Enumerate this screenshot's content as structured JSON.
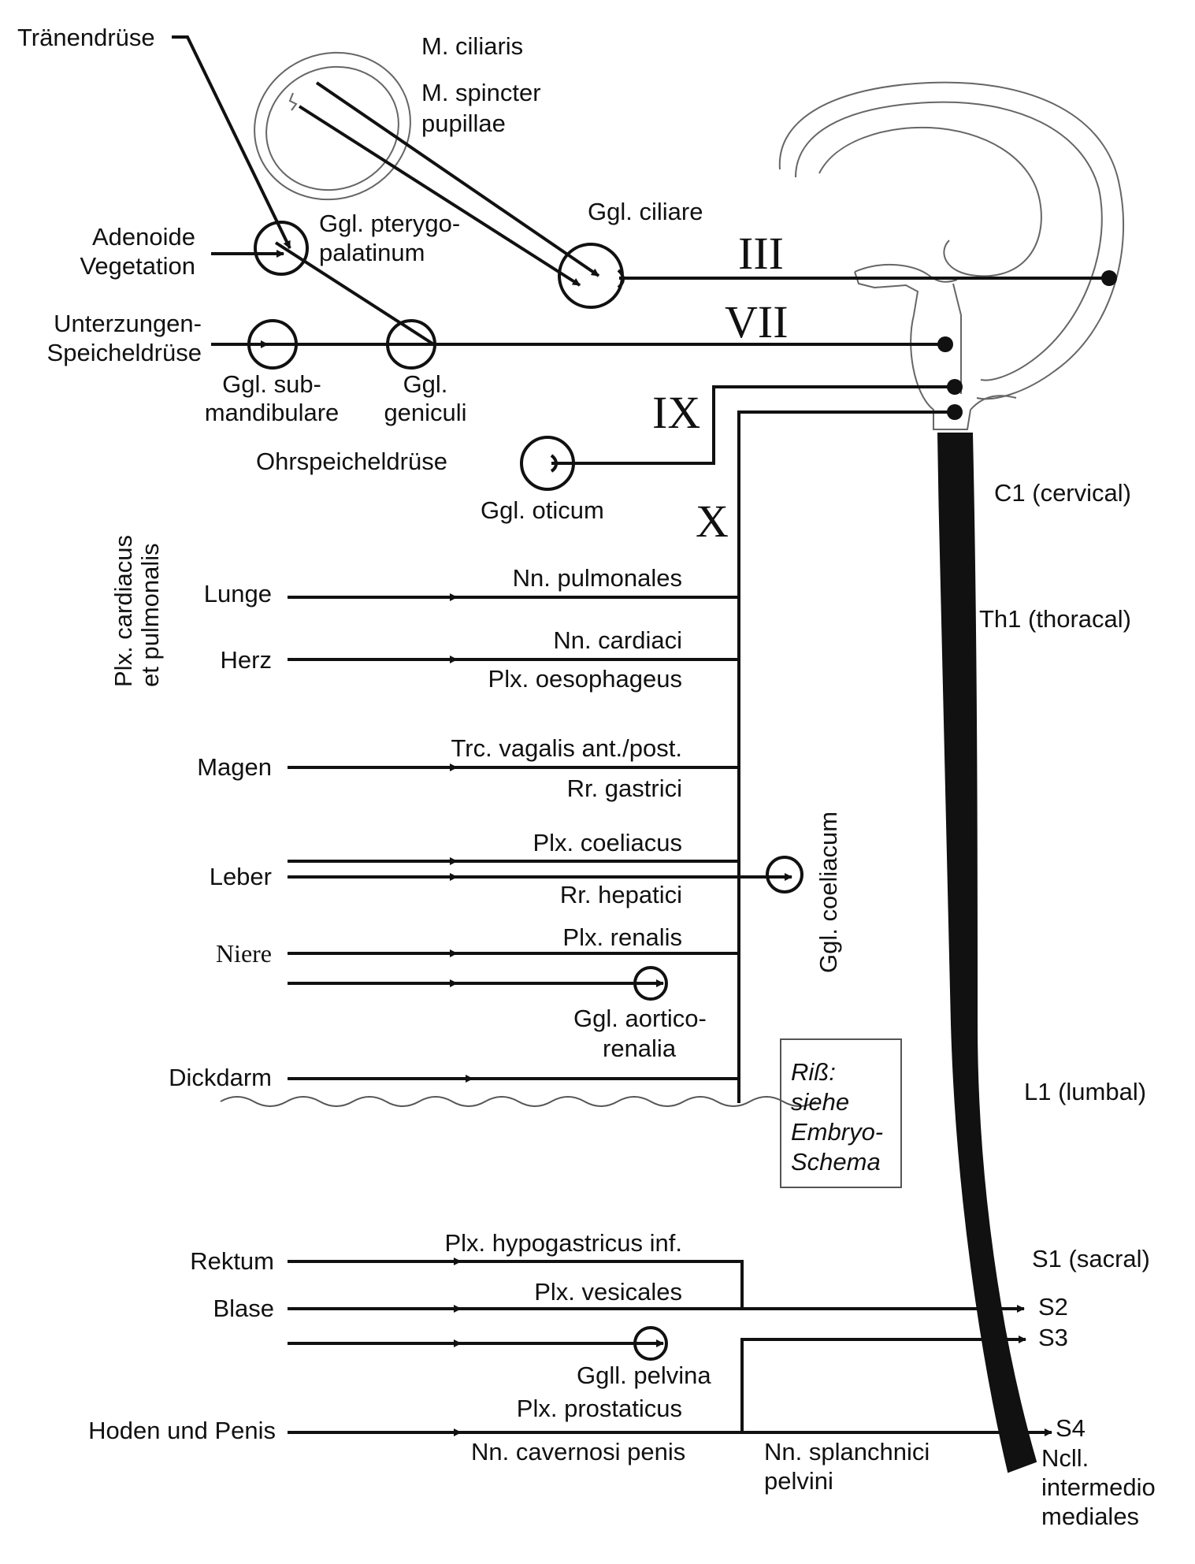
{
  "labels": {
    "traenendruese": "Tränendrüse",
    "m_ciliaris": "M. ciliaris",
    "m_spincter_1": "M. spincter",
    "m_spincter_2": "pupillae",
    "adenoide_1": "Adenoide",
    "adenoide_2": "Vegetation",
    "ggl_ptery_1": "Ggl. pterygo-",
    "ggl_ptery_2": "palatinum",
    "ggl_ciliare": "Ggl. ciliare",
    "unterzungen_1": "Unterzungen-",
    "unterzungen_2": "Speicheldrüse",
    "ggl_submand_1": "Ggl. sub-",
    "ggl_submand_2": "mandibulare",
    "ggl_genic_1": "Ggl.",
    "ggl_genic_2": "geniculi",
    "ohrspeichel": "Ohrspeicheldrüse",
    "ggl_oticum": "Ggl. oticum",
    "c1": "C1 (cervical)",
    "th1": "Th1 (thoracal)",
    "l1": "L1 (lumbal)",
    "s1": "S1 (sacral)",
    "s2": "S2",
    "s3": "S3",
    "s4": "S4",
    "ncll_1": "Ncll.",
    "ncll_2": "intermedio",
    "ncll_3": "mediales",
    "plx_card_1": "Plx. cardiacus",
    "plx_card_2": "et pulmonalis",
    "lunge": "Lunge",
    "nn_pulmonales": "Nn. pulmonales",
    "herz": "Herz",
    "nn_cardiaci": "Nn. cardiaci",
    "plx_oesoph": "Plx. oesophageus",
    "magen": "Magen",
    "trc_vagalis": "Trc. vagalis ant./post.",
    "rr_gastrici": "Rr. gastrici",
    "leber": "Leber",
    "plx_coeliacus": "Plx. coeliacus",
    "rr_hepatici": "Rr. hepatici",
    "ggl_coeliacum": "Ggl. coeliacum",
    "niere": "Niere",
    "plx_renalis": "Plx. renalis",
    "ggl_aortico_1": "Ggl. aortico-",
    "ggl_aortico_2": "renalia",
    "dickdarm": "Dickdarm",
    "note_1": "Riß:",
    "note_2": "siehe",
    "note_3": "Embryo-",
    "note_4": "Schema",
    "rektum": "Rektum",
    "plx_hypogast": "Plx. hypogastricus inf.",
    "blase": "Blase",
    "plx_vesicales": "Plx. vesicales",
    "ggll_pelvina": "Ggll. pelvina",
    "hoden": "Hoden und Penis",
    "plx_prostaticus": "Plx. prostaticus",
    "nn_cavernosi": "Nn. cavernosi penis",
    "nn_splanch_1": "Nn. splanchnici",
    "nn_splanch_2": "pelvini"
  },
  "cranial_nerves": {
    "iii": "III",
    "vii": "VII",
    "ix": "IX",
    "x": "X"
  },
  "colors": {
    "line": "#111111",
    "outline": "#666666"
  }
}
